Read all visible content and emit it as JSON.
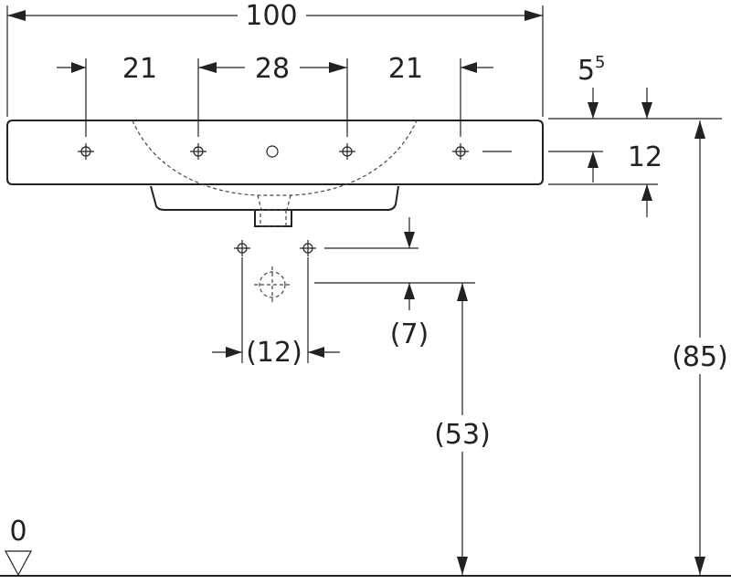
{
  "dimensions": {
    "overall_width": "100",
    "left_spacing": "21",
    "center_spacing": "28",
    "right_spacing": "21",
    "rim_offset_base": "5",
    "rim_offset_sup": "5",
    "rim_thickness": "12",
    "trap_spacing": "(12)",
    "trap_drop": "(7)",
    "trap_height": "(53)",
    "total_height": "(85)",
    "floor_level": "0"
  }
}
